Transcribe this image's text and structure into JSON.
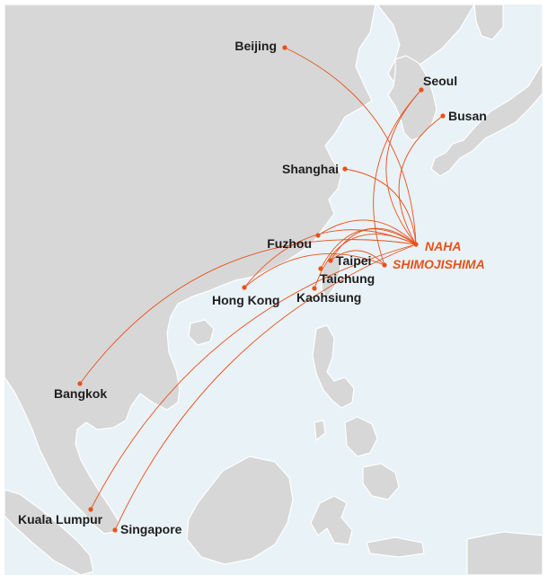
{
  "colors": {
    "sea": "#e9f2f7",
    "land": "#d7d7d7",
    "route": "#e8501a",
    "label": "#1e1e1e",
    "hub_label": "#e8501a"
  },
  "hubs": [
    {
      "key": "naha",
      "label": "NAHA"
    },
    {
      "key": "shimojishima",
      "label": "SHIMOJISHIMA"
    }
  ],
  "destinations": [
    {
      "key": "beijing",
      "label": "Beijing"
    },
    {
      "key": "seoul",
      "label": "Seoul"
    },
    {
      "key": "busan",
      "label": "Busan"
    },
    {
      "key": "shanghai",
      "label": "Shanghai"
    },
    {
      "key": "fuzhou",
      "label": "Fuzhou"
    },
    {
      "key": "taipei",
      "label": "Taipei"
    },
    {
      "key": "taichung",
      "label": "Taichung"
    },
    {
      "key": "kaohsiung",
      "label": "Kaohsiung"
    },
    {
      "key": "hongkong",
      "label": "Hong Kong"
    },
    {
      "key": "bangkok",
      "label": "Bangkok"
    },
    {
      "key": "kualalumpur",
      "label": "Kuala Lumpur"
    },
    {
      "key": "singapore",
      "label": "Singapore"
    }
  ],
  "routes": [
    {
      "from": "naha",
      "to": "beijing"
    },
    {
      "from": "naha",
      "to": "seoul"
    },
    {
      "from": "naha",
      "to": "busan"
    },
    {
      "from": "naha",
      "to": "shanghai"
    },
    {
      "from": "naha",
      "to": "fuzhou"
    },
    {
      "from": "naha",
      "to": "taipei"
    },
    {
      "from": "naha",
      "to": "taichung"
    },
    {
      "from": "naha",
      "to": "kaohsiung"
    },
    {
      "from": "naha",
      "to": "hongkong"
    },
    {
      "from": "naha",
      "to": "bangkok"
    },
    {
      "from": "naha",
      "to": "kualalumpur"
    },
    {
      "from": "naha",
      "to": "singapore"
    },
    {
      "from": "shimojishima",
      "to": "seoul"
    },
    {
      "from": "shimojishima",
      "to": "taipei"
    },
    {
      "from": "shimojishima",
      "to": "hongkong"
    }
  ]
}
